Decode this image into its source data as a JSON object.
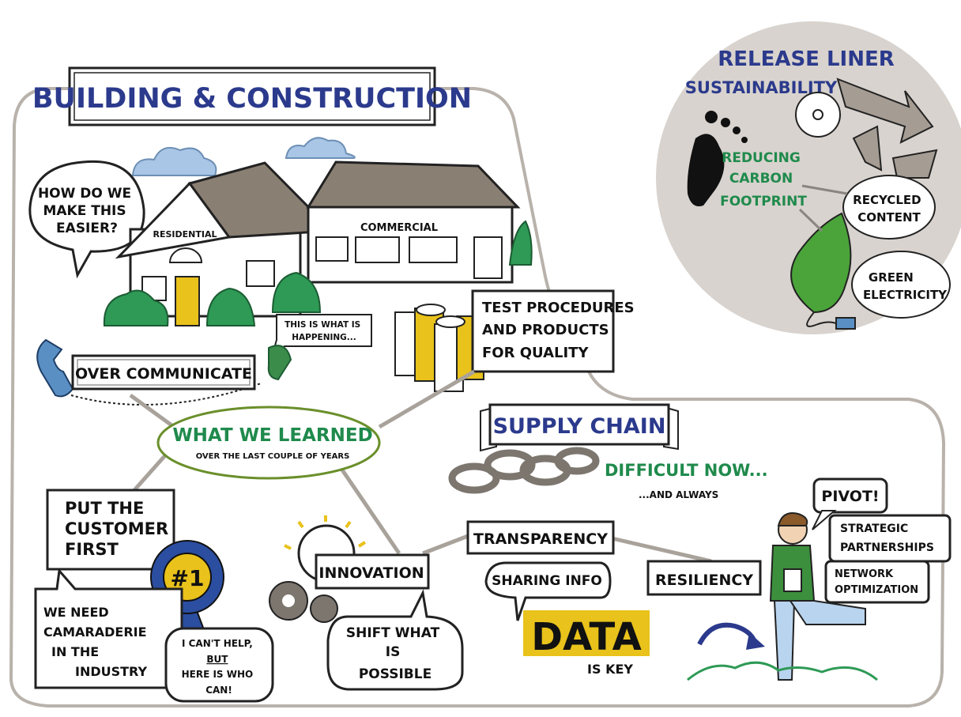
{
  "title": "BUILDING & CONSTRUCTION",
  "sustainability": {
    "title_line1": "RELEASE LINER",
    "title_line2": "SUSTAINABILITY",
    "carbon_line1": "REDUCING",
    "carbon_line2": "CARBON",
    "carbon_line3": "FOOTPRINT",
    "recycled_line1": "RECYCLED",
    "recycled_line2": "CONTENT",
    "green_line1": "GREEN",
    "green_line2": "ELECTRICITY"
  },
  "bubble_question": [
    "HOW DO WE",
    "MAKE THIS",
    "EASIER?"
  ],
  "residential_label": "RESIDENTIAL",
  "commercial_label": "COMMERCIAL",
  "this_is_what": [
    "THIS IS WHAT IS",
    "HAPPENING..."
  ],
  "over_communicate": "OVER COMMUNICATE",
  "test_procedures": [
    "TEST PROCEDURES",
    "AND PRODUCTS",
    "FOR QUALITY"
  ],
  "what_we_learned": "WHAT WE LEARNED",
  "what_we_learned_sub": "OVER THE LAST COUPLE OF YEARS",
  "supply_chain": "SUPPLY CHAIN",
  "difficult_now": "DIFFICULT NOW...",
  "and_always": "...AND ALWAYS",
  "customer_first": [
    "PUT THE",
    "CUSTOMER",
    "FIRST"
  ],
  "rank_badge": "#1",
  "camaraderie": [
    "WE NEED",
    "CAMARADERIE",
    "IN THE",
    "INDUSTRY"
  ],
  "cant_help": [
    "I CAN'T HELP,",
    "BUT",
    "HERE IS WHO",
    "CAN!"
  ],
  "innovation": "INNOVATION",
  "shift_possible": [
    "SHIFT WHAT",
    "IS",
    "POSSIBLE"
  ],
  "transparency": "TRANSPARENCY",
  "sharing_info": "SHARING INFO",
  "data_word": "DATA",
  "data_sub": "IS KEY",
  "resiliency": "RESILIENCY",
  "pivot": "PIVOT!",
  "strategic": [
    "STRATEGIC",
    "PARTNERSHIPS"
  ],
  "network": [
    "NETWORK",
    "OPTIMIZATION"
  ],
  "colors": {
    "navy": "#2b3a8c",
    "green": "#1f8a4c",
    "grey_circle": "#d8d3ce",
    "yellow": "#e9c21b",
    "sky": "#a9c6e6"
  }
}
